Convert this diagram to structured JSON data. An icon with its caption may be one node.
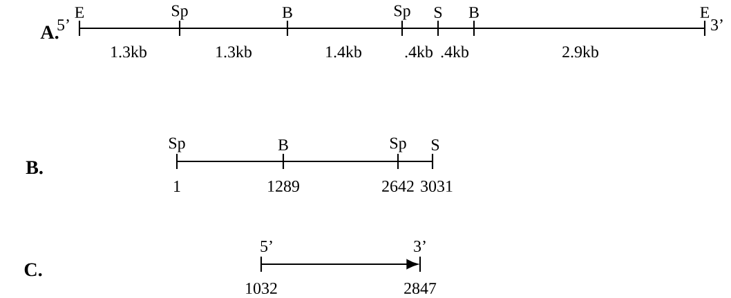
{
  "diagram": {
    "labels": [
      "E",
      "Sp",
      "B",
      "Sp",
      "S",
      "B",
      "E",
      "A.",
      "5’",
      "3’",
      "1.3kb",
      "1.3kb",
      "1.4kb",
      ".4kb",
      ".4kb",
      "2.9kb",
      "Sp",
      "B",
      "Sp",
      "S",
      "B.",
      "1",
      "1289",
      "2642",
      "3031",
      "5’",
      "3’",
      "C.",
      "1032",
      "2847"
    ]
  }
}
